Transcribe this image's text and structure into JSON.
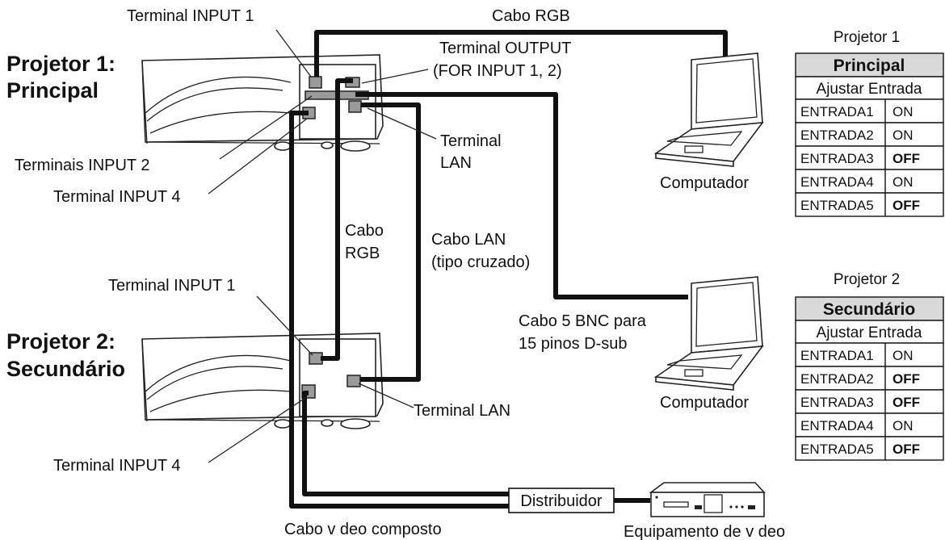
{
  "projector1": {
    "title_line1": "Projetor 1:",
    "title_line2": "Principal",
    "labels": {
      "input1": "Terminal INPUT 1",
      "output_line1": "Terminal OUTPUT",
      "output_line2": "(FOR INPUT 1, 2)",
      "input2": "Terminais INPUT 2",
      "input4": "Terminal INPUT 4",
      "lan_line1": "Terminal",
      "lan_line2": "LAN"
    }
  },
  "projector2": {
    "title_line1": "Projetor 2:",
    "title_line2": "Secundário",
    "labels": {
      "input1": "Terminal INPUT 1",
      "input4": "Terminal INPUT 4",
      "lan": "Terminal LAN"
    }
  },
  "cables": {
    "rgb_top": "Cabo RGB",
    "rgb_vertical_line1": "Cabo",
    "rgb_vertical_line2": "RGB",
    "lan_line1": "Cabo LAN",
    "lan_line2": "(tipo cruzado)",
    "bnc_line1": "Cabo 5 BNC para",
    "bnc_line2": "15 pinos D-sub",
    "composite": "Cabo v deo composto"
  },
  "devices": {
    "computer1": "Computador",
    "computer2": "Computador",
    "distributor": "Distribuidor",
    "video_equipment": "Equipamento de v deo"
  },
  "table1": {
    "caption": "Projetor 1",
    "header": "Principal",
    "subheader": "Ajustar Entrada",
    "rows": [
      {
        "input": "ENTRADA1",
        "state": "ON",
        "bold": false
      },
      {
        "input": "ENTRADA2",
        "state": "ON",
        "bold": false
      },
      {
        "input": "ENTRADA3",
        "state": "OFF",
        "bold": true
      },
      {
        "input": "ENTRADA4",
        "state": "ON",
        "bold": false
      },
      {
        "input": "ENTRADA5",
        "state": "OFF",
        "bold": true
      }
    ]
  },
  "table2": {
    "caption": "Projetor 2",
    "header": "Secundário",
    "subheader": "Ajustar Entrada",
    "rows": [
      {
        "input": "ENTRADA1",
        "state": "ON",
        "bold": false
      },
      {
        "input": "ENTRADA2",
        "state": "OFF",
        "bold": true
      },
      {
        "input": "ENTRADA3",
        "state": "OFF",
        "bold": true
      },
      {
        "input": "ENTRADA4",
        "state": "ON",
        "bold": false
      },
      {
        "input": "ENTRADA5",
        "state": "OFF",
        "bold": true
      }
    ]
  },
  "colors": {
    "cable": "#111111",
    "port": "#9a9a9a",
    "table_header": "#d9d9d9"
  }
}
